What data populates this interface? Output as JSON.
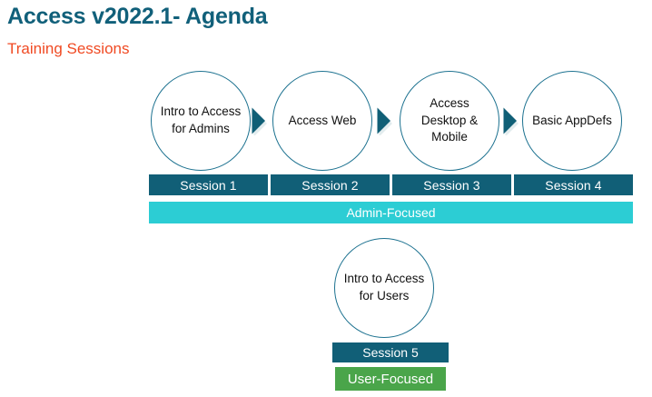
{
  "slide": {
    "title": "Access v2022.1- Agenda",
    "subtitle": "Training Sessions"
  },
  "colors": {
    "title_teal": "#11607a",
    "subtitle_orange": "#f04a23",
    "bar_dark_teal": "#115f77",
    "band_cyan": "#2ccdd4",
    "band_green": "#4aa54a",
    "circle_stroke": "#1d7290",
    "arrow_fill": "#115f77"
  },
  "flow": {
    "nodes": [
      {
        "label": "Intro to Access for Admins"
      },
      {
        "label": "Access Web"
      },
      {
        "label": "Access Desktop & Mobile"
      },
      {
        "label": "Basic AppDefs"
      }
    ],
    "arrows": [
      {
        "name": "arrow-1"
      },
      {
        "name": "arrow-2"
      },
      {
        "name": "arrow-3"
      }
    ],
    "sessions": [
      {
        "label": "Session 1"
      },
      {
        "label": "Session 2"
      },
      {
        "label": "Session 3"
      },
      {
        "label": "Session 4"
      }
    ],
    "band_label": "Admin-Focused"
  },
  "user_track": {
    "node": {
      "label": "Intro to Access for Users"
    },
    "session": {
      "label": "Session 5"
    },
    "band_label": "User-Focused"
  }
}
